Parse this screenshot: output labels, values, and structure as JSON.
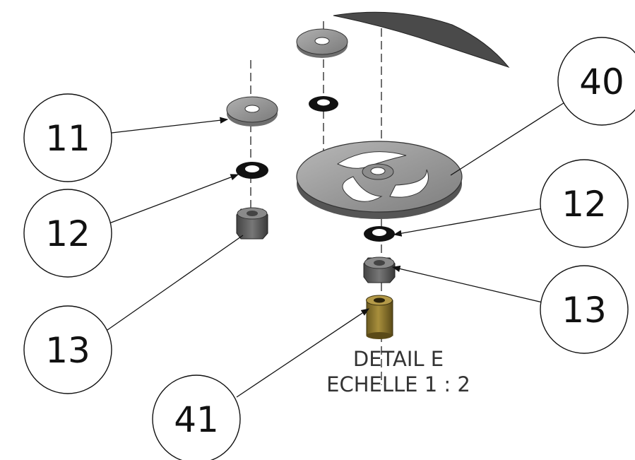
{
  "detail": {
    "title": "DETAIL E",
    "scale": "ECHELLE 1 : 2"
  },
  "balloons": [
    {
      "id": "b11",
      "label": "11"
    },
    {
      "id": "b12a",
      "label": "12"
    },
    {
      "id": "b13a",
      "label": "13"
    },
    {
      "id": "b40",
      "label": "40"
    },
    {
      "id": "b12b",
      "label": "12"
    },
    {
      "id": "b13b",
      "label": "13"
    },
    {
      "id": "b41",
      "label": "41"
    }
  ]
}
